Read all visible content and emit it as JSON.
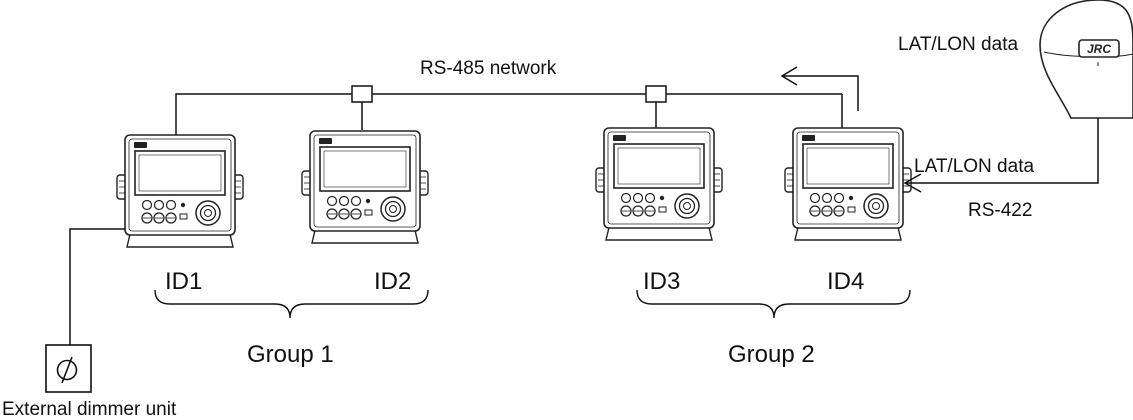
{
  "network": {
    "label": "RS-485 network"
  },
  "gps": {
    "badge": "JRC",
    "data_label": "LAT/LON data",
    "input_label": "LAT/LON data",
    "interface_label": "RS-422"
  },
  "displays": [
    {
      "id": "ID1"
    },
    {
      "id": "ID2"
    },
    {
      "id": "ID3"
    },
    {
      "id": "ID4"
    }
  ],
  "groups": [
    {
      "label": "Group 1"
    },
    {
      "label": "Group 2"
    }
  ],
  "dimmer": {
    "label": "External dimmer unit"
  }
}
